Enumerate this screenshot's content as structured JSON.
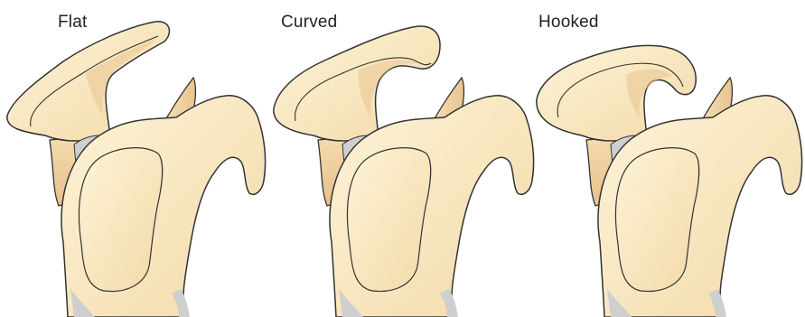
{
  "labels": {
    "flat": "Flat",
    "curved": "Curved",
    "hooked": "Hooked"
  },
  "colors": {
    "bone_light": "#FCF1D0",
    "bone_mid": "#F4DCAE",
    "bone_shade": "#E8C090",
    "cartilage_gray": "#CCCCCC",
    "outline": "#333333"
  }
}
